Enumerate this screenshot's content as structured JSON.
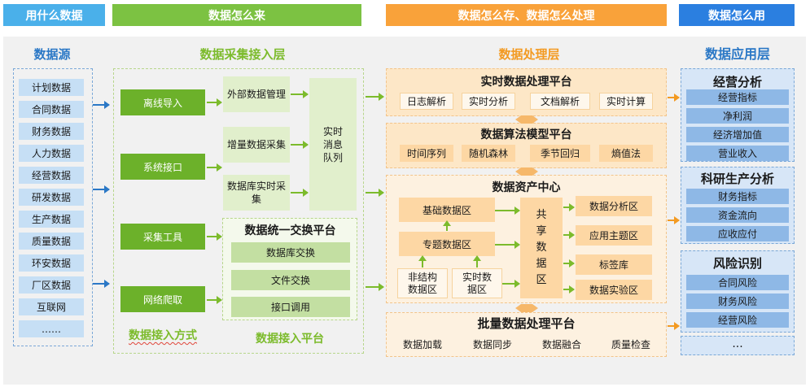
{
  "banners": {
    "use_what": "用什么数据",
    "how_come": "数据怎么来",
    "how_store": "数据怎么存、数据怎么处理",
    "how_use": "数据怎么用"
  },
  "colors": {
    "banner_blue_light": "#4ab0ea",
    "banner_green": "#7cc242",
    "banner_orange": "#f9a23a",
    "banner_blue": "#2b7fe0"
  },
  "sources": {
    "title": "数据源",
    "items": [
      "计划数据",
      "合同数据",
      "财务数据",
      "人力数据",
      "经营数据",
      "研发数据",
      "生产数据",
      "质量数据",
      "环安数据",
      "厂区数据",
      "互联网",
      "……"
    ]
  },
  "collect": {
    "title": "数据采集接入层",
    "methods": [
      "离线导入",
      "系统接口",
      "采集工具",
      "网络爬取"
    ],
    "methods_label": "数据接入方式",
    "platform_label": "数据接入平台",
    "ingest": [
      "外部数据管理",
      "增量数据采集",
      "数据库实时采集"
    ],
    "queue": "实时消息队列",
    "exchange": {
      "title": "数据统一交换平台",
      "items": [
        "数据库交换",
        "文件交换",
        "接口调用"
      ]
    }
  },
  "process": {
    "title": "数据处理层",
    "realtime": {
      "title": "实时数据处理平台",
      "items": [
        "日志解析",
        "实时分析",
        "文档解析",
        "实时计算"
      ]
    },
    "algo": {
      "title": "数据算法模型平台",
      "items": [
        "时间序列",
        "随机森林",
        "季节回归",
        "熵值法"
      ]
    },
    "asset": {
      "title": "数据资产中心",
      "base": "基础数据区",
      "topic": "专题数据区",
      "unstructured": "非结构数据区",
      "realtime_zone": "实时数据区",
      "shared": "共享数据区",
      "right": [
        "数据分析区",
        "应用主题区",
        "标签库",
        "数据实验区"
      ]
    },
    "batch": {
      "title": "批量数据处理平台",
      "items": [
        "数据加载",
        "数据同步",
        "数据融合",
        "质量检查"
      ]
    }
  },
  "apps": {
    "title": "数据应用层",
    "groups": [
      {
        "title": "经营分析",
        "items": [
          "经营指标",
          "净利润",
          "经济增加值",
          "营业收入"
        ]
      },
      {
        "title": "科研生产分析",
        "items": [
          "财务指标",
          "资金流向",
          "应收应付"
        ]
      },
      {
        "title": "风险识别",
        "items": [
          "合同风险",
          "财务风险",
          "经营风险"
        ]
      }
    ],
    "more": "..."
  }
}
